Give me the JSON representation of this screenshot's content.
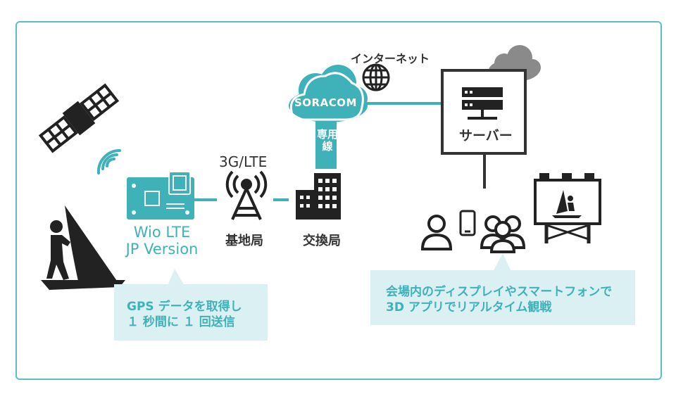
{
  "device": {
    "name_line1": "Wio LTE",
    "name_line2": "JP Version"
  },
  "network": {
    "lte": "3G/LTE",
    "base_station": "基地局",
    "exchange": "交換局",
    "internet": "インターネット",
    "soracom": "SORACOM",
    "dedicated_line": "専用線",
    "server": "サーバー"
  },
  "callouts": {
    "gps": {
      "line1": "GPS データを取得し",
      "line2": "１ 秒間に １ 回送信"
    },
    "viewing": {
      "line1": "会場内のディスプレイやスマートフォンで",
      "line2": "3D アプリでリアルタイム観戦"
    }
  },
  "colors": {
    "accent": "#3fb1b9",
    "frame": "#5dbfc5",
    "callout_bg": "#daf0f2",
    "cloud_gray": "#8a8a8a",
    "ink": "#333333"
  },
  "icons": [
    "satellite-icon",
    "windsurfer-icon",
    "wifi-signal-icon",
    "board-icon",
    "antenna-tower-icon",
    "building-icon",
    "cloud-icon",
    "globe-icon",
    "server-icon",
    "gray-cloud-icon",
    "person-icon",
    "smartphone-icon",
    "group-icon",
    "billboard-icon"
  ]
}
